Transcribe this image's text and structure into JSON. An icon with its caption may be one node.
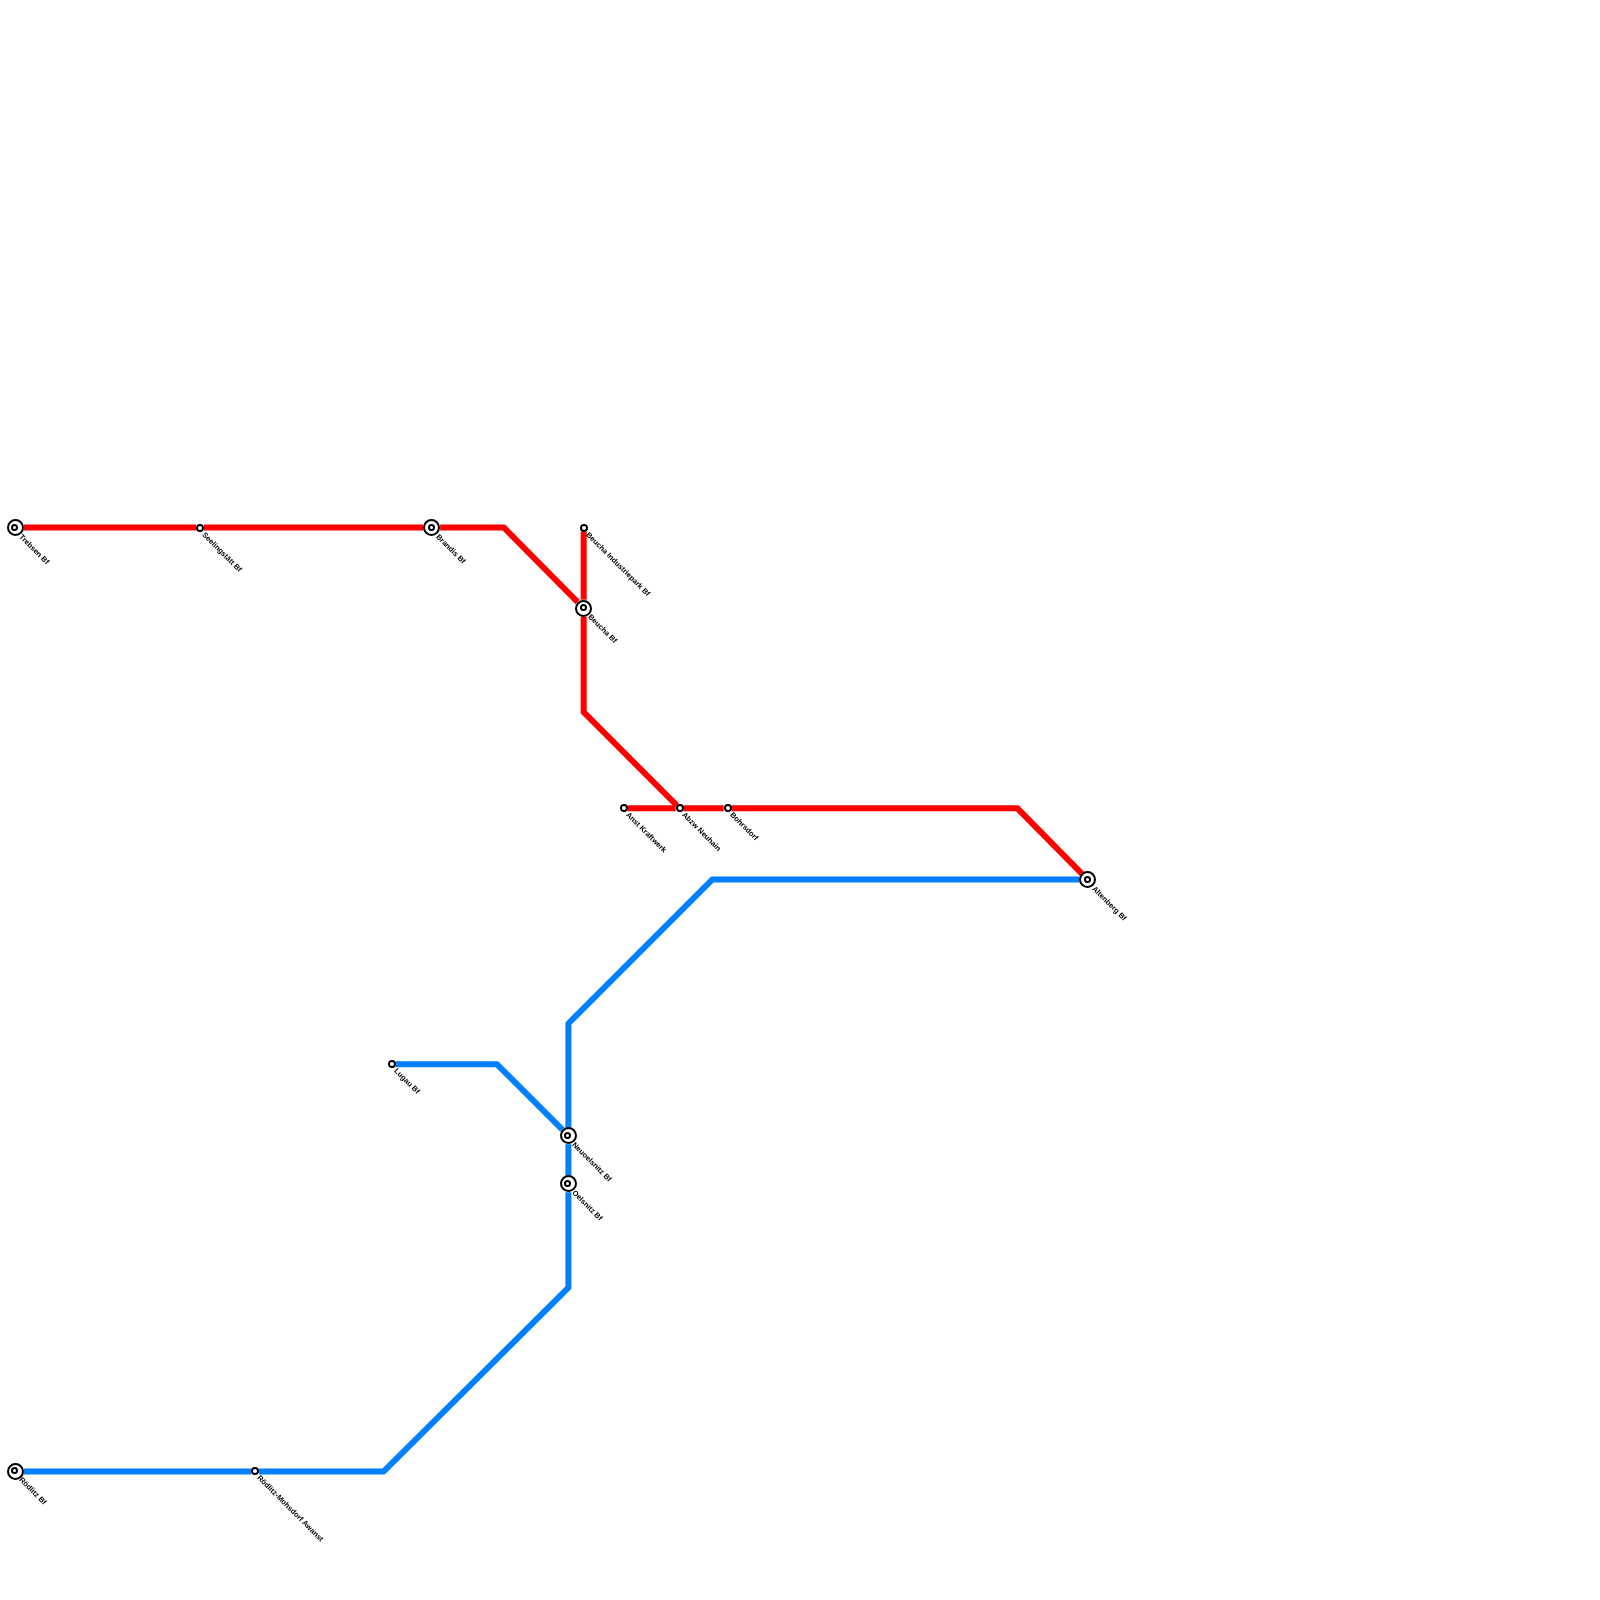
{
  "diagram": {
    "nodes": [
      {
        "text": [
          "Trebsen Bf"
        ]
      },
      {
        "text": [
          "Seelingstätt Bf"
        ]
      },
      {
        "text": [
          "Brandis Bf"
        ]
      },
      {
        "text": [
          "Beucha Industriepark Bf"
        ]
      },
      {
        "text": [
          "Beucha Bf"
        ]
      },
      {
        "text": [
          "Anst Kraftwerk"
        ]
      },
      {
        "text": [
          "Abzw Neuhain"
        ]
      },
      {
        "text": [
          "Bohrsdorf"
        ]
      },
      {
        "text": [
          "Altenberg Bf"
        ]
      },
      {
        "text": [
          "Lugau Bf"
        ]
      },
      {
        "text": [
          "Neuoelsnitz Bf"
        ]
      },
      {
        "text": [
          "Oelsnitz Bf"
        ]
      },
      {
        "text": [
          "Rödlitz Bf"
        ]
      },
      {
        "text": [
          "Rödlitz-Mohsdorf Awanst"
        ]
      }
    ],
    "edges": [
      {
        "from": 0,
        "to": 1,
        "arrow": "none",
        "color": "#ff0000"
      },
      {
        "from": 1,
        "to": 2,
        "arrow": "none",
        "color": "#ff0000"
      },
      {
        "from": 2,
        "to": 4,
        "arrow": "none",
        "color": "#ff0000"
      },
      {
        "from": 3,
        "to": 4,
        "arrow": "none",
        "color": "#ff0000"
      },
      {
        "from": 4,
        "to": 6,
        "arrow": "none",
        "color": "#ff0000"
      },
      {
        "from": 5,
        "to": 6,
        "arrow": "none",
        "color": "#ff0000"
      },
      {
        "from": 6,
        "to": 7,
        "arrow": "none",
        "color": "#ff0000"
      },
      {
        "from": 7,
        "to": 8,
        "arrow": "none",
        "color": "#ff0000"
      },
      {
        "from": 8,
        "to": 10,
        "arrow": "none",
        "color": "#0080ff"
      },
      {
        "from": 9,
        "to": 10,
        "arrow": "none",
        "color": "#0080ff"
      },
      {
        "from": 10,
        "to": 11,
        "arrow": "none",
        "color": "#0080ff"
      },
      {
        "from": 11,
        "to": 13,
        "arrow": "none",
        "color": "#0080ff"
      },
      {
        "from": 13,
        "to": 12,
        "arrow": "none",
        "color": "#0080ff"
      }
    ]
  }
}
